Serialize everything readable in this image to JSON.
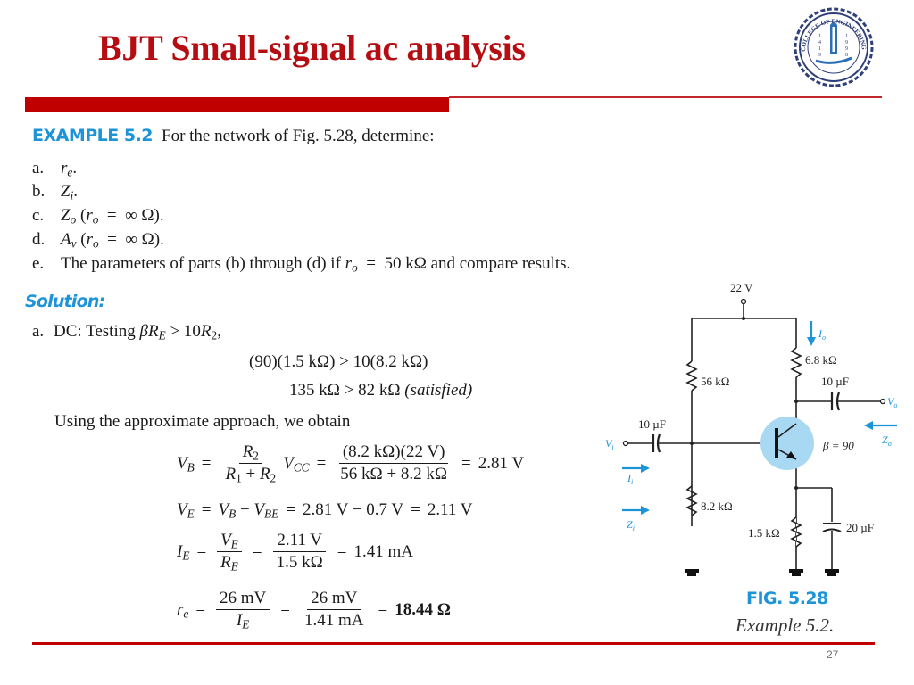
{
  "header": {
    "title": "BJT Small-signal ac analysis",
    "logo": {
      "icon": "college-of-engineering-seal-icon",
      "ring_text": "COLLEGE OF ENGINEERING",
      "year_left": "1419",
      "year_right": "1998"
    }
  },
  "example": {
    "label": "EXAMPLE 5.2",
    "prompt": "For the network of Fig. 5.28, determine:",
    "items": [
      {
        "label": "a.",
        "text": "r_e."
      },
      {
        "label": "b.",
        "text": "Z_i."
      },
      {
        "label": "c.",
        "text": "Z_o (r_o = ∞ Ω)."
      },
      {
        "label": "d.",
        "text": "A_v (r_o = ∞ Ω)."
      },
      {
        "label": "e.",
        "text": "The parameters of parts (b) through (d) if r_o = 50 kΩ and compare results."
      }
    ]
  },
  "solution": {
    "heading": "Solution:",
    "part_a_label": "a.",
    "part_a_intro": "DC: Testing βR_E > 10R_2,",
    "check_line1": "(90)(1.5 kΩ) > 10(8.2 kΩ)",
    "check_line2_main": "135 kΩ > 82 kΩ",
    "check_line2_note": "(satisfied)",
    "approach": "Using the approximate approach, we obtain",
    "vb": {
      "lhs": "V_B",
      "frac1_num": "R_2",
      "frac1_den": "R_1 + R_2",
      "mult": "V_CC",
      "frac2_num": "(8.2 kΩ)(22 V)",
      "frac2_den": "56 kΩ + 8.2 kΩ",
      "result": "2.81 V"
    },
    "ve": {
      "lhs": "V_E",
      "expr": "V_B − V_BE",
      "subst": "2.81 V − 0.7 V",
      "result": "2.11 V"
    },
    "ie": {
      "lhs": "I_E",
      "frac1_num": "V_E",
      "frac1_den": "R_E",
      "frac2_num": "2.11 V",
      "frac2_den": "1.5 kΩ",
      "result": "1.41 mA"
    },
    "re": {
      "lhs": "r_e",
      "frac1_num": "26 mV",
      "frac1_den": "I_E",
      "frac2_num": "26 mV",
      "frac2_den": "1.41 mA",
      "result": "18.44 Ω"
    }
  },
  "circuit": {
    "supply": "22 V",
    "r1": "56 kΩ",
    "r2": "8.2 kΩ",
    "rc": "6.8 kΩ",
    "re": "1.5 kΩ",
    "c_in": "10 µF",
    "c_out": "10 µF",
    "c_e": "20 µF",
    "beta": "β = 90",
    "vi": "V_i",
    "vo": "V_o",
    "ii": "I_i",
    "io": "I_o",
    "zi": "Z_i",
    "zo": "Z_o",
    "accent_color": "#1d93d8",
    "transistor_fill": "#a9d8f2"
  },
  "figure": {
    "label": "FIG. 5.28",
    "caption": "Example 5.2."
  },
  "footer": {
    "page_number": "27"
  },
  "colors": {
    "title_red": "#b50d12",
    "rule_red": "#c00000",
    "heading_blue": "#1d93d8"
  }
}
